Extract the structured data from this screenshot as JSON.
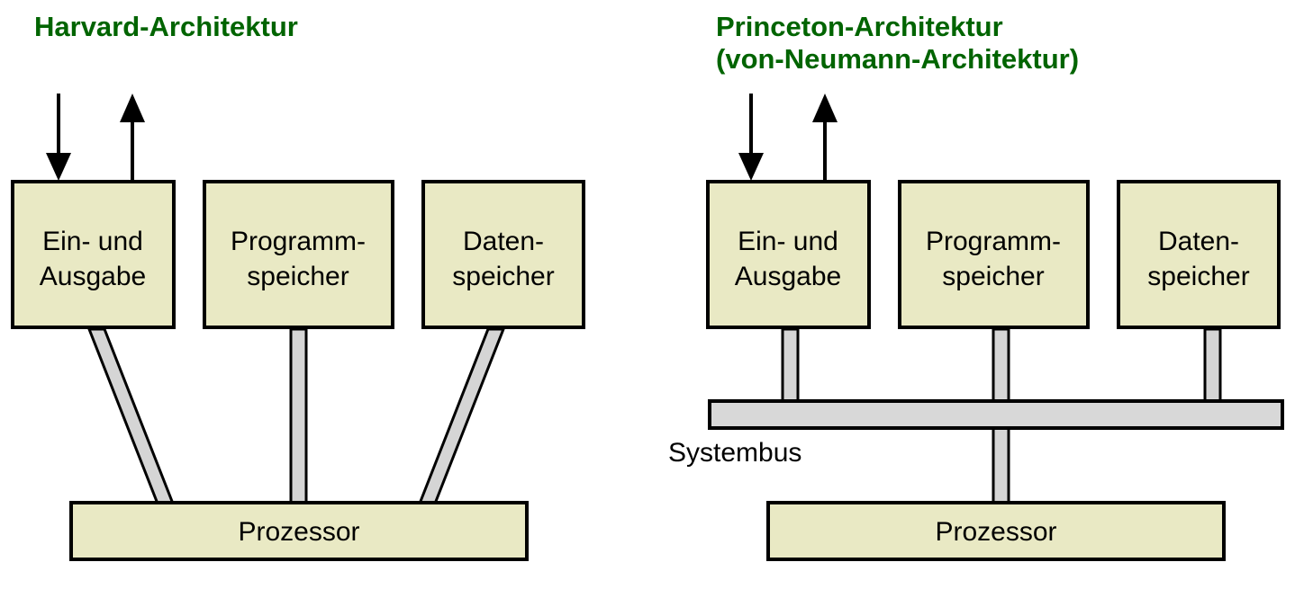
{
  "figure": {
    "background_color": "#ffffff",
    "title_color": "#006400",
    "box_fill_color": "#e9e9c4",
    "bus_fill_color": "#d8d8d8",
    "outline_color": "#000000"
  },
  "left_diagram": {
    "title": "Harvard-Architektur",
    "boxes": {
      "io": {
        "line1": "Ein- und",
        "line2": "Ausgabe"
      },
      "program_memory": {
        "line1": "Programm-",
        "line2": "speicher"
      },
      "data_memory": {
        "line1": "Daten-",
        "line2": "speicher"
      },
      "processor": {
        "label": "Prozessor"
      }
    }
  },
  "right_diagram": {
    "title_line1": "Princeton-Architektur",
    "title_line2": "(von-Neumann-Architektur)",
    "boxes": {
      "io": {
        "line1": "Ein- und",
        "line2": "Ausgabe"
      },
      "program_memory": {
        "line1": "Programm-",
        "line2": "speicher"
      },
      "data_memory": {
        "line1": "Daten-",
        "line2": "speicher"
      },
      "processor": {
        "label": "Prozessor"
      }
    },
    "bus": {
      "label": "Systembus"
    }
  }
}
